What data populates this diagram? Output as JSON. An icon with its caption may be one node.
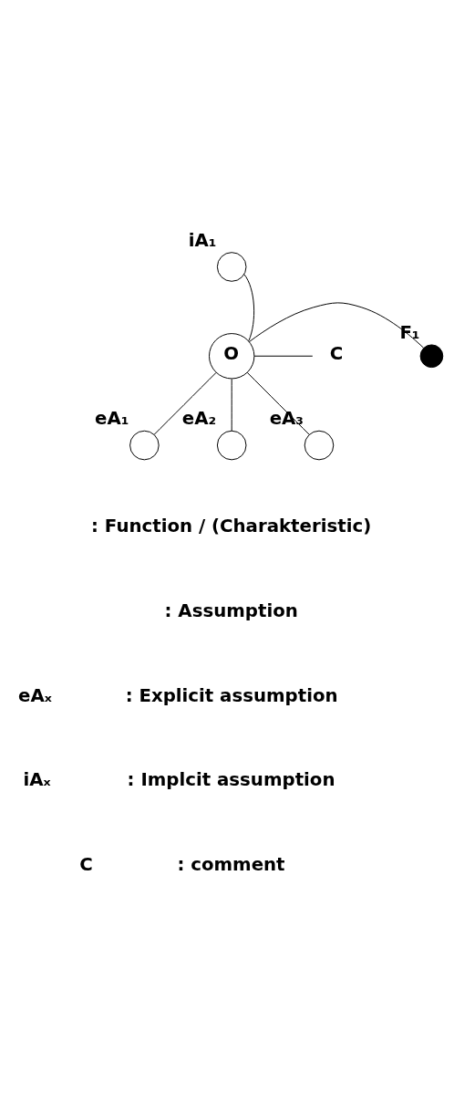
{
  "diagram": {
    "nodes": [
      {
        "text": [
          "O"
        ]
      },
      {
        "text": [],
        "shape": "semicircle",
        "beside": [
          "iA₁"
        ]
      },
      {
        "text": [],
        "shape": "circle",
        "beside": [
          "F₁"
        ]
      },
      {
        "text": [],
        "shape": "semicircle",
        "beside": [
          "eA₁"
        ]
      },
      {
        "text": [],
        "shape": "semicircle",
        "beside": [
          "eA₂"
        ]
      },
      {
        "text": [],
        "shape": "semicircle",
        "beside": [
          "eA₃"
        ]
      },
      {
        "text": [
          "C"
        ]
      }
    ],
    "edges": [
      {
        "from": 0,
        "to": 1,
        "arrow": "none"
      },
      {
        "from": 0,
        "to": 2,
        "arrow": "none"
      },
      {
        "from": 0,
        "to": 3,
        "arrow": "none"
      },
      {
        "from": 0,
        "to": 4,
        "arrow": "none"
      },
      {
        "from": 0,
        "to": 5,
        "arrow": "none"
      },
      {
        "from": 0,
        "to": 6,
        "arrow": "none"
      }
    ],
    "labels": [
      "eAₓ",
      "iAₓ",
      "C"
    ],
    "legend": [
      {
        "text": ": Function / (Charakteristic)"
      },
      {
        "text": ": Assumption"
      },
      {
        "text": ": Explicit assumption"
      },
      {
        "text": ": Implcit assumption"
      },
      {
        "text": ": comment"
      }
    ]
  }
}
